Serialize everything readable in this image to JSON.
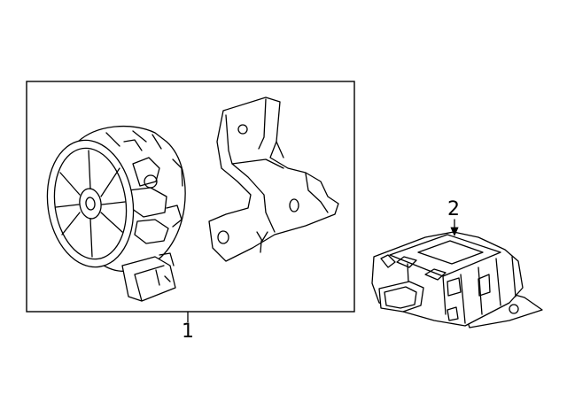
{
  "callouts": [
    {
      "label": "1",
      "part": "horn-and-bracket-assembly"
    },
    {
      "label": "2",
      "part": "control-module"
    }
  ]
}
